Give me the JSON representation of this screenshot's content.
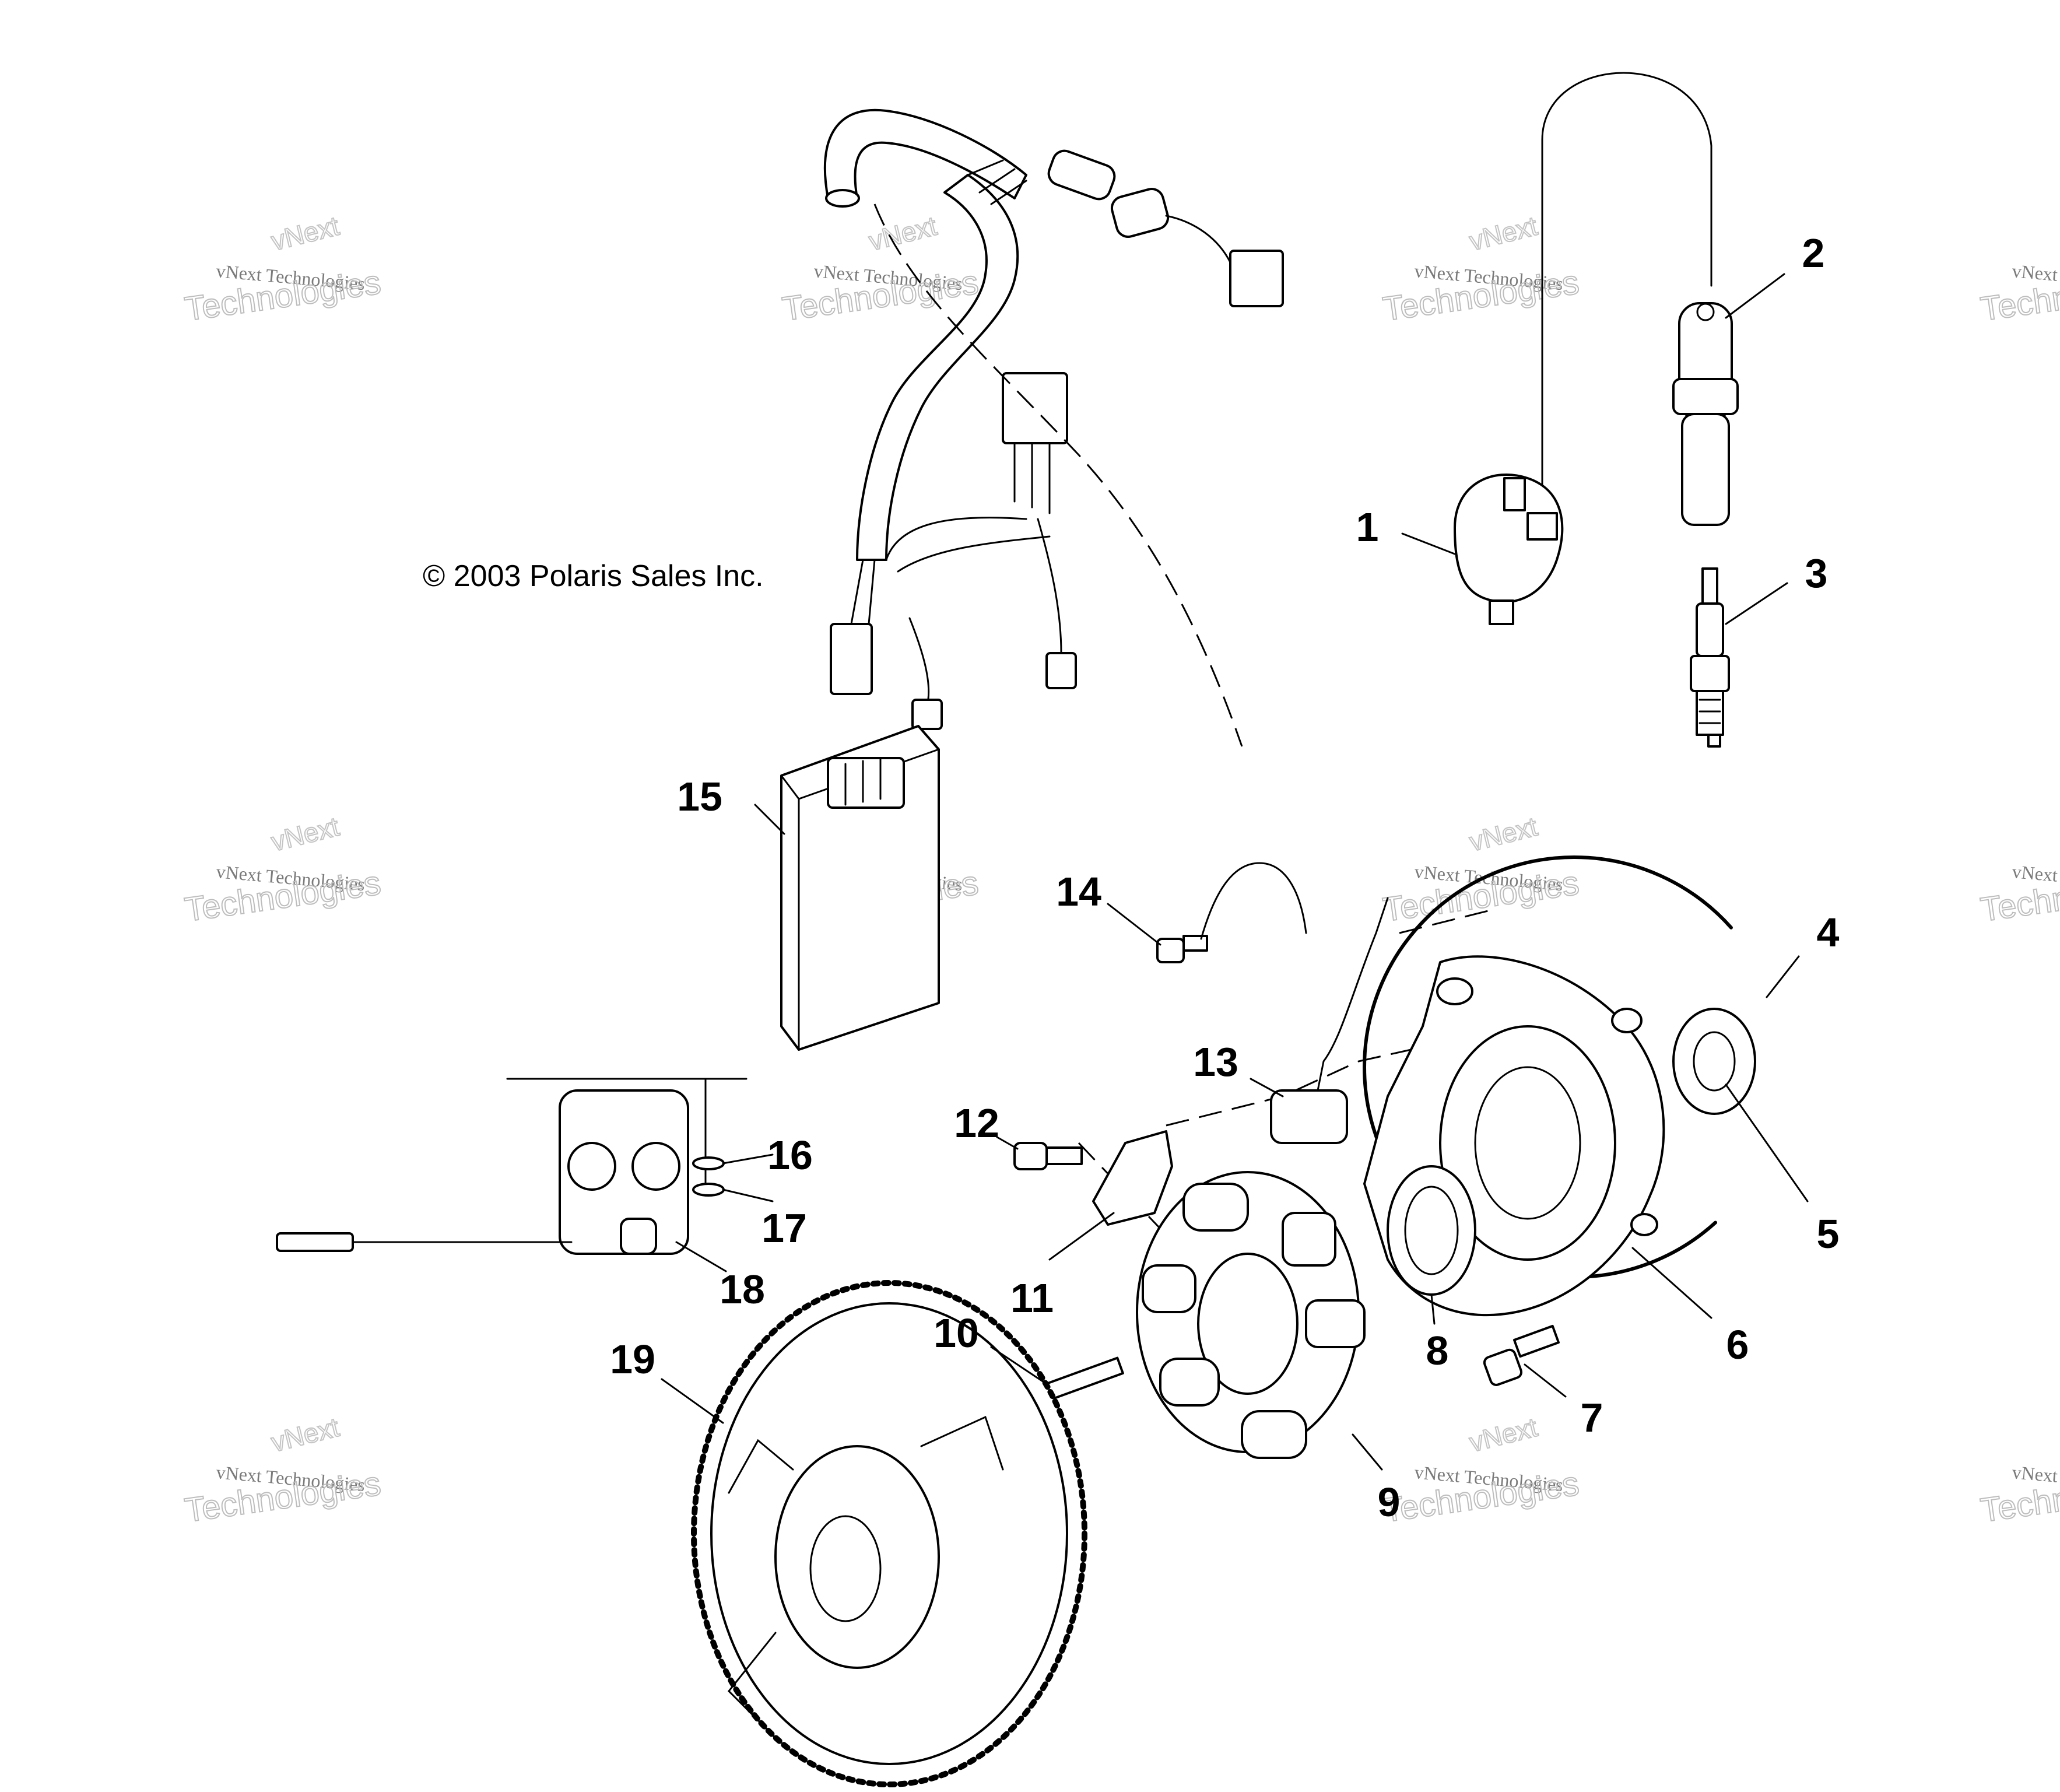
{
  "copyright": "© 2003 Polaris Sales Inc.",
  "watermark": {
    "line1": "vNext",
    "line2": "vNext Technologies",
    "line3": "Technologies"
  },
  "callouts": [
    "1",
    "2",
    "3",
    "4",
    "5",
    "6",
    "7",
    "8",
    "9",
    "10",
    "11",
    "12",
    "13",
    "14",
    "15",
    "16",
    "17",
    "18",
    "19"
  ]
}
